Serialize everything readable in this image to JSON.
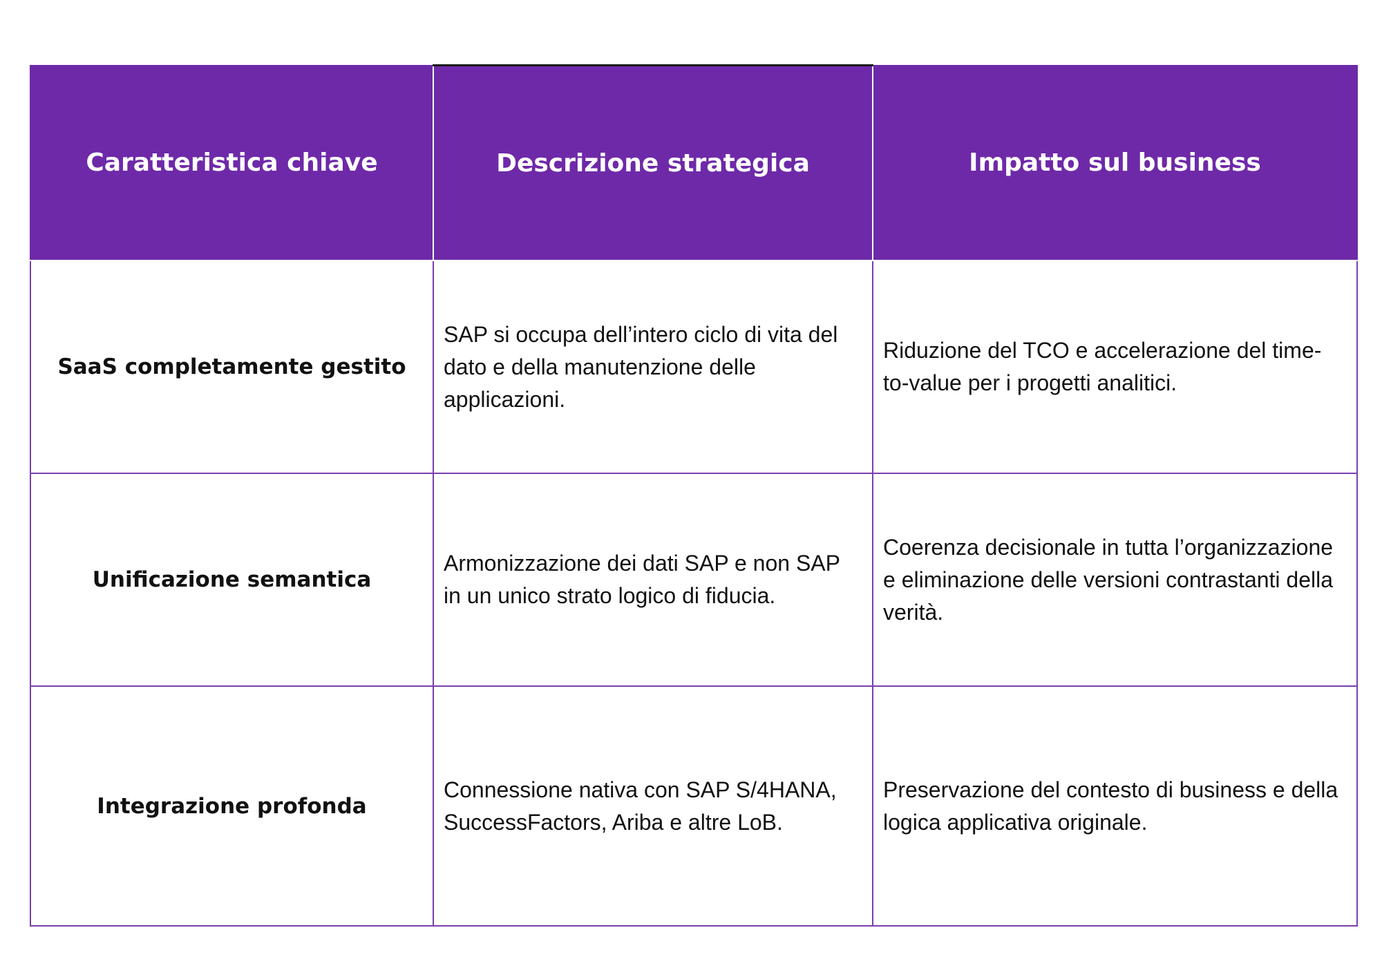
{
  "table": {
    "headers": [
      "Caratteristica chiave",
      "Descrizione strategica",
      "Impatto sul business"
    ],
    "rows": [
      {
        "feature": "SaaS completamente gestito",
        "description": "SAP si occupa dell’intero ciclo di vita del dato e della manutenzione delle applicazioni.",
        "impact": "Riduzione del TCO e accelerazione del time-to-value per i progetti analitici."
      },
      {
        "feature": "Unificazione semantica",
        "description": "Armonizzazione dei dati SAP e non SAP in un unico strato logico di fiducia.",
        "impact": "Coerenza decisionale in tutta l’organizzazione e eliminazione delle versioni contrastanti della verità."
      },
      {
        "feature": "Integrazione profonda",
        "description": "Connessione nativa con SAP S/4HANA, SuccessFactors, Ariba e altre LoB.",
        "impact": "Preservazione del contesto di business e della logica applicativa originale."
      }
    ]
  },
  "colors": {
    "header_bg": "#6e29a8",
    "header_text": "#ffffff",
    "border": "#7a3fb0",
    "body_text": "#111111"
  }
}
